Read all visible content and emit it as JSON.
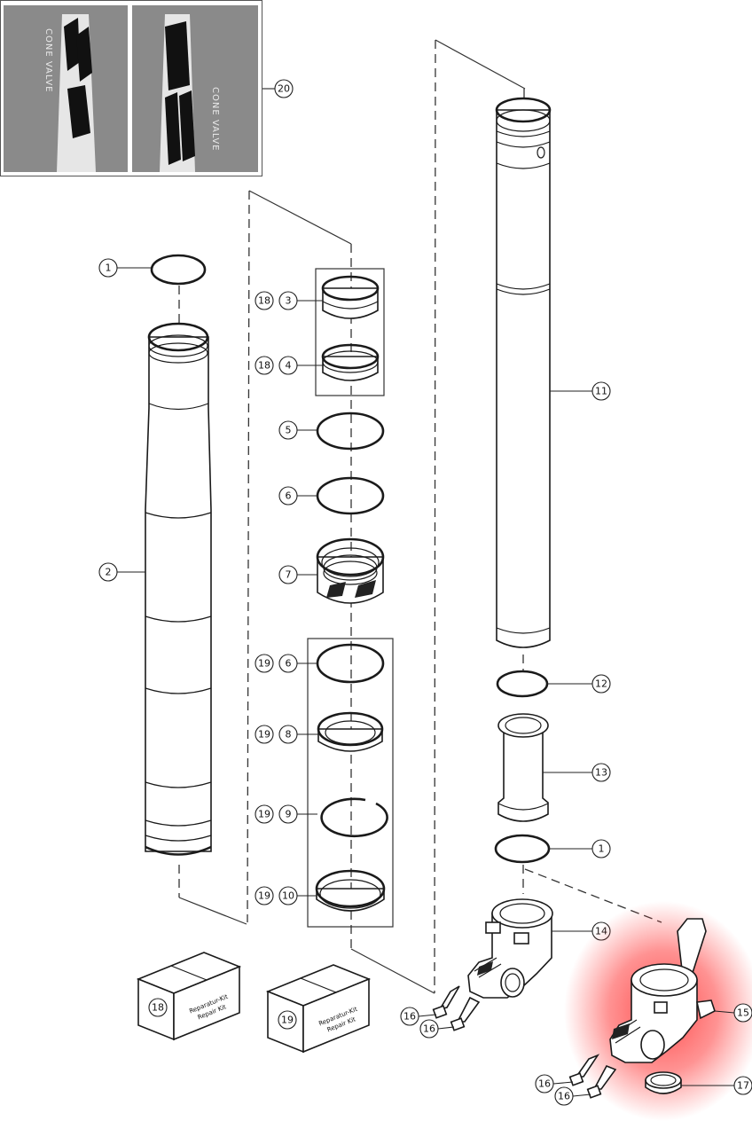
{
  "callouts": {
    "c1_top": "1",
    "c2": "2",
    "c3": "3",
    "c4": "4",
    "c5": "5",
    "c6_top": "6",
    "c7": "7",
    "c6_bottom": "6",
    "c8": "8",
    "c9": "9",
    "c10": "10",
    "c11": "11",
    "c12": "12",
    "c13": "13",
    "c1_bottom": "1",
    "c14": "14",
    "c15": "15",
    "c16_a": "16",
    "c16_b": "16",
    "c16_c": "16",
    "c16_d": "16",
    "c17": "17",
    "c18_a": "18",
    "c18_b": "18",
    "c19_a": "19",
    "c19_b": "19",
    "c19_c": "19",
    "c19_d": "19",
    "c20": "20",
    "box18": "18",
    "box19": "19"
  },
  "decals": {
    "left_text": "CONE VALVE",
    "right_text": "CONE VALVE"
  },
  "kits": {
    "kit18_line1": "Reparatur-Kit",
    "kit18_line2": "Repair Kit",
    "kit19_line1": "Reparatur-Kit",
    "kit19_line2": "Repair Kit"
  },
  "colors": {
    "decal_background": "#8a8a8a",
    "highlight": "#ff2a2a"
  }
}
